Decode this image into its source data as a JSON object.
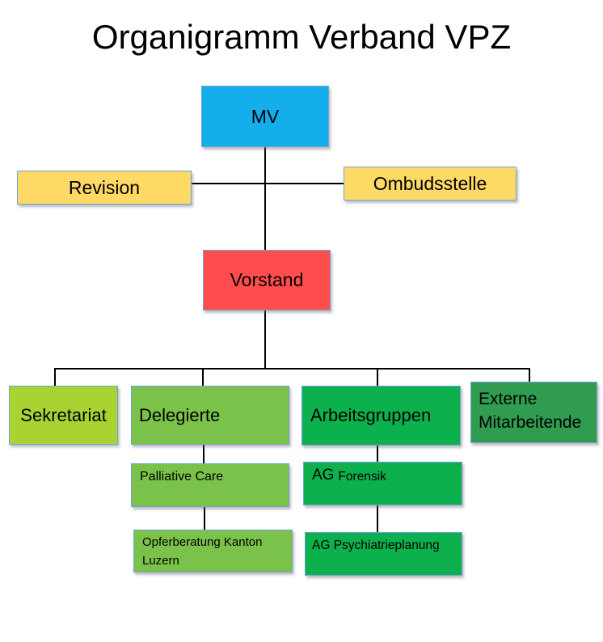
{
  "title": "Organigramm Verband VPZ",
  "colors": {
    "mv_blue": "#14AEEC",
    "gold": "#FFD966",
    "red": "#FF4D4D",
    "yellow_green": "#A8D333",
    "medium_green": "#7BC24A",
    "green": "#0CB04D",
    "dark_green": "#2F9C50",
    "box_border": "#74A2D8",
    "connector": "#000000"
  },
  "nodes": {
    "mv": {
      "label": "MV"
    },
    "revision": {
      "label": "Revision"
    },
    "ombudsstelle": {
      "label": "Ombudsstelle"
    },
    "vorstand": {
      "label": "Vorstand"
    },
    "sekretariat": {
      "label": "Sekretariat"
    },
    "delegierte": {
      "label": "Delegierte"
    },
    "arbeitsgruppen": {
      "label": "Arbeitsgruppen"
    },
    "externe_mitarbeitende": {
      "label": "Externe Mitarbeitende"
    },
    "palliative_care": {
      "label": "Palliative Care"
    },
    "opferberatung": {
      "label": "Opferberatung Kanton Luzern"
    },
    "ag_forensik": {
      "prefix": "AG",
      "label": "Forensik"
    },
    "ag_psychiatrieplanung": {
      "label": "AG Psychiatrieplanung"
    }
  }
}
